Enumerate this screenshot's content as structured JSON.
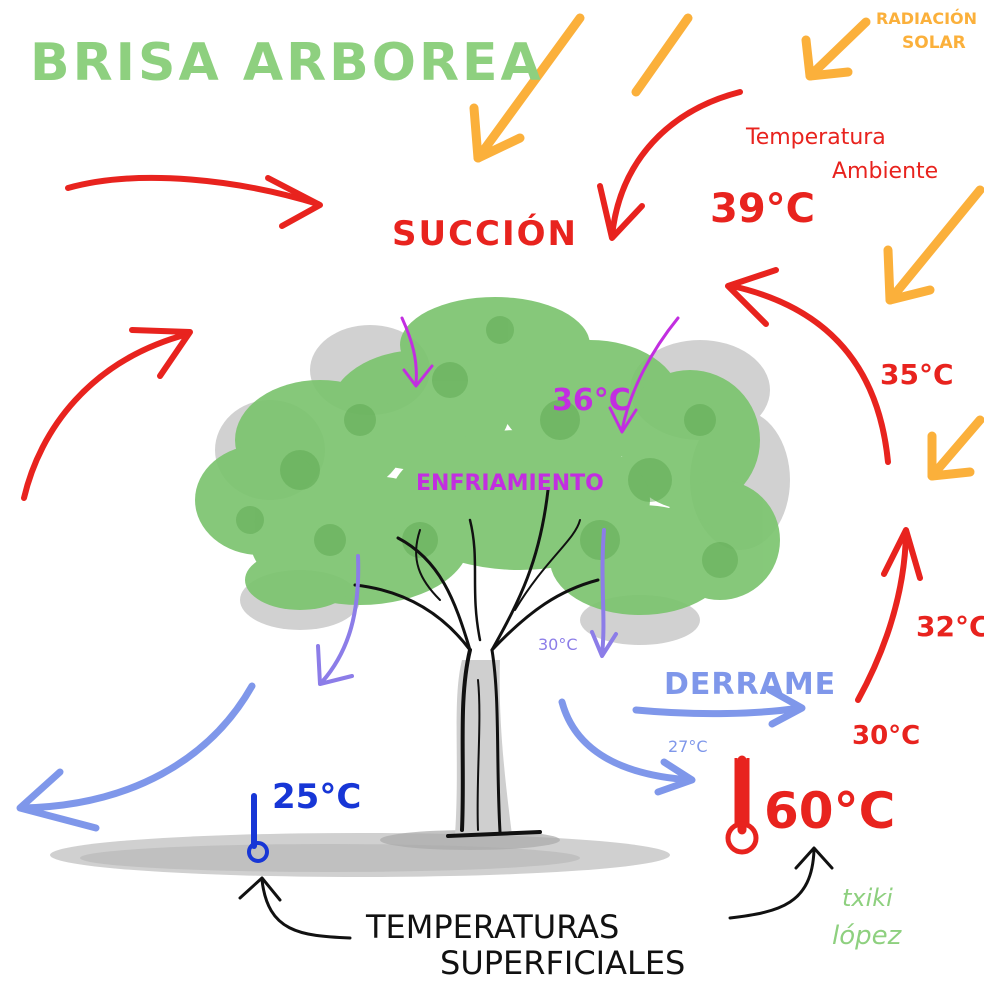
{
  "title": "BRISA ARBOREA",
  "solar_label": [
    "RADIACIÓN",
    "SOLAR"
  ],
  "ambient_label": [
    "Temperatura",
    "Ambiente"
  ],
  "ambient_temp": "39°C",
  "suction": "SUCCIÓN",
  "canopy_temp": "36°C",
  "cooling": "ENFRIAMIENTO",
  "temp_35": "35°C",
  "temp_32": "32°C",
  "temp_30_right": "30°C",
  "temp_30_tree": "30°C",
  "temp_27": "27°C",
  "spill": "DERRAME",
  "shade_temp": "25°C",
  "sun_temp": "60°C",
  "surface_label": [
    "TEMPERATURAS",
    "SUPERFICIALES"
  ],
  "signature": [
    "txiki",
    "lópez"
  ],
  "colors": {
    "title_green": "#8ed07f",
    "solar_orange": "#fbb03b",
    "hot_red": "#e8231e",
    "cool_violet": "#8c7de8",
    "spill_blue": "#7f97ea",
    "magenta": "#c22ee0",
    "shade_blue": "#1736d6",
    "foliage_green": "#7cc46f",
    "foliage_grey": "#bdbdbd",
    "ink": "#111111"
  },
  "icons": [
    "sun-ray-arrow",
    "hot-air-arrow",
    "cool-air-arrow",
    "thermometer-icon"
  ]
}
